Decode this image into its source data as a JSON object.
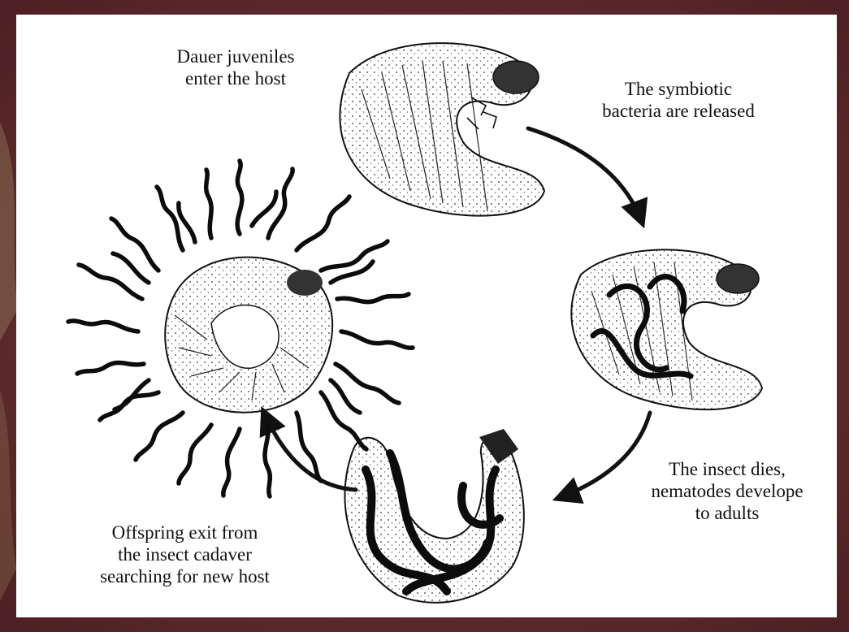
{
  "diagram": {
    "type": "cycle",
    "stages": [
      {
        "id": "enter",
        "caption": "Dauer juveniles\nenter the host"
      },
      {
        "id": "release",
        "caption": "The symbiotic\nbacteria are released"
      },
      {
        "id": "dies",
        "caption": "The insect dies,\nnematodes develope\nto adults"
      },
      {
        "id": "exit",
        "caption": "Offspring exit from\nthe insect cadaver\nsearching for new host"
      }
    ],
    "flow_direction": "clockwise",
    "colors": {
      "ink": "#111111",
      "body_fill": "#f4f4f4",
      "worm": "#0c0c0c",
      "panel": "#ffffff",
      "backdrop": "#5e2a2d"
    }
  }
}
